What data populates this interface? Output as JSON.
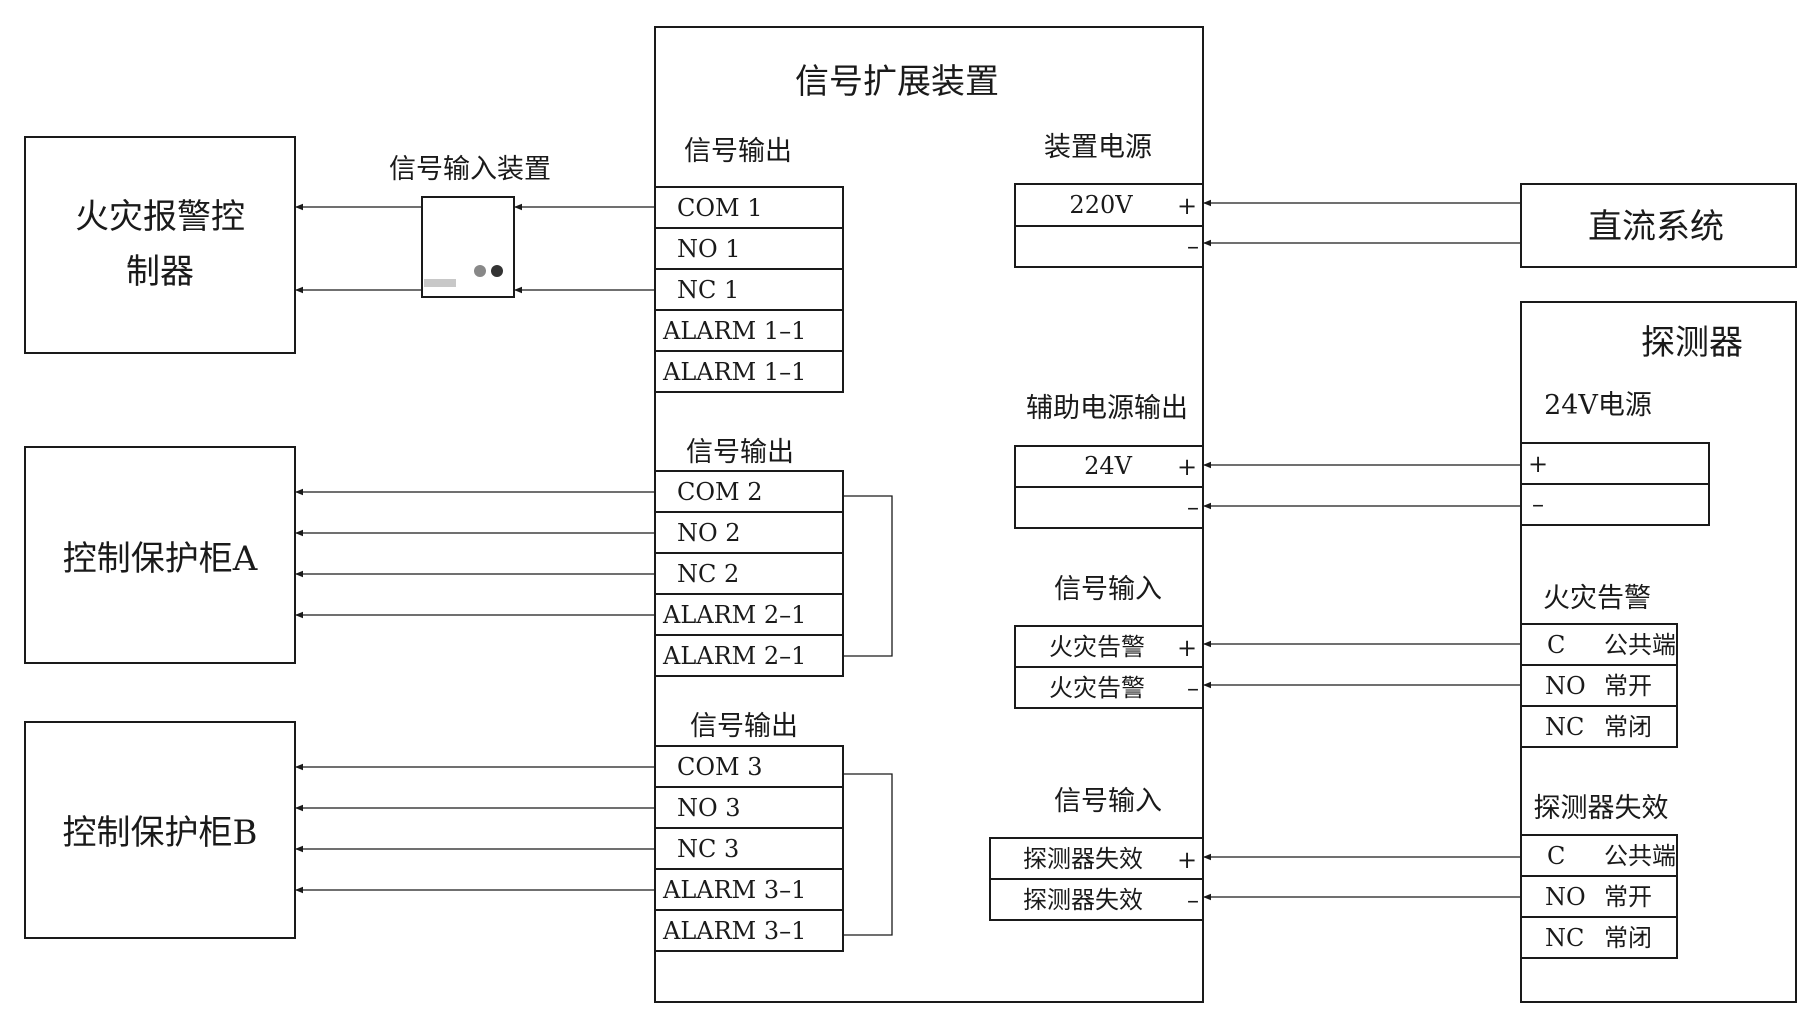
{
  "left": {
    "fire_controller": [
      "火灾报警控",
      "制器"
    ],
    "cabinet_a": "控制保护柜A",
    "cabinet_b": "控制保护柜B",
    "input_device": "信号输入装置"
  },
  "main": {
    "title": "信号扩展装置",
    "output_groups": [
      {
        "header": "信号输出",
        "rows": [
          "COM 1",
          "NO 1",
          "NC 1",
          "ALARM 1–1",
          "ALARM 1–1"
        ]
      },
      {
        "header": "信号输出",
        "rows": [
          "COM 2",
          "NO 2",
          "NC 2",
          "ALARM 2–1",
          "ALARM 2–1"
        ]
      },
      {
        "header": "信号输出",
        "rows": [
          "COM 3",
          "NO 3",
          "NC 3",
          "ALARM 3–1",
          "ALARM 3–1"
        ]
      }
    ],
    "power": {
      "header": "装置电源",
      "label": "220V"
    },
    "aux_power": {
      "header": "辅助电源输出",
      "label": "24V"
    },
    "signal_in_1": {
      "header": "信号输入",
      "rows": [
        "火灾告警",
        "火灾告警"
      ]
    },
    "signal_in_2": {
      "header": "信号输入",
      "rows": [
        "探测器失效",
        "探测器失效"
      ]
    },
    "plus": "+",
    "minus": "–"
  },
  "right": {
    "dc_system": "直流系统",
    "detector": {
      "title": "探测器",
      "power_header": "24V电源",
      "power_rows": [
        "+",
        "–"
      ],
      "fire_header": "火灾告警",
      "fire_rows": [
        [
          "C",
          "公共端"
        ],
        [
          "NO",
          "常开"
        ],
        [
          "NC",
          "常闭"
        ]
      ],
      "fail_header": "探测器失效",
      "fail_rows": [
        [
          "C",
          "公共端"
        ],
        [
          "NO",
          "常开"
        ],
        [
          "NC",
          "常闭"
        ]
      ]
    }
  },
  "colors": {
    "line": "#1a1a1a",
    "background": "#ffffff",
    "indicator_bar": "#c8c8c8",
    "indicator_led_1": "#888888",
    "indicator_led_2": "#333333"
  }
}
